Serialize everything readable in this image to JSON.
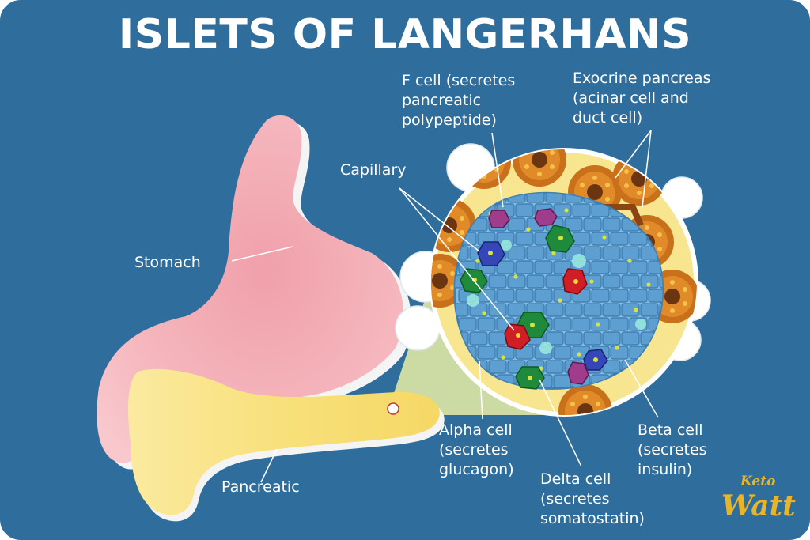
{
  "title": "ISLETS OF LANGERHANS",
  "labels": {
    "f_cell": "F cell (secretes\npancreatic\npolypeptide)",
    "exocrine": "Exocrine pancreas\n(acinar cell and\nduct cell)",
    "capillary": "Capillary",
    "stomach": "Stomach",
    "alpha": "Alpha cell\n(secretes\nglucagon)",
    "delta": "Delta cell\n(secretes\nsomatostatin)",
    "beta": "Beta cell\n(secretes\ninsulin)",
    "pancreatic": "Pancreatic"
  },
  "logo": {
    "top": "Keto",
    "bottom": "Watt"
  },
  "colors": {
    "background": "#2f6e9c",
    "stomach": "#f2a9b0",
    "pancreas": "#f9e27a",
    "islet_matrix": "#7fbbe0",
    "alpha": "#1f8a3c",
    "beta": "#4a8fc4",
    "delta": "#d01e26",
    "f_cell": "#a03c8c",
    "acinar": "#c86a16",
    "logo_gold": "#e8b52a"
  }
}
